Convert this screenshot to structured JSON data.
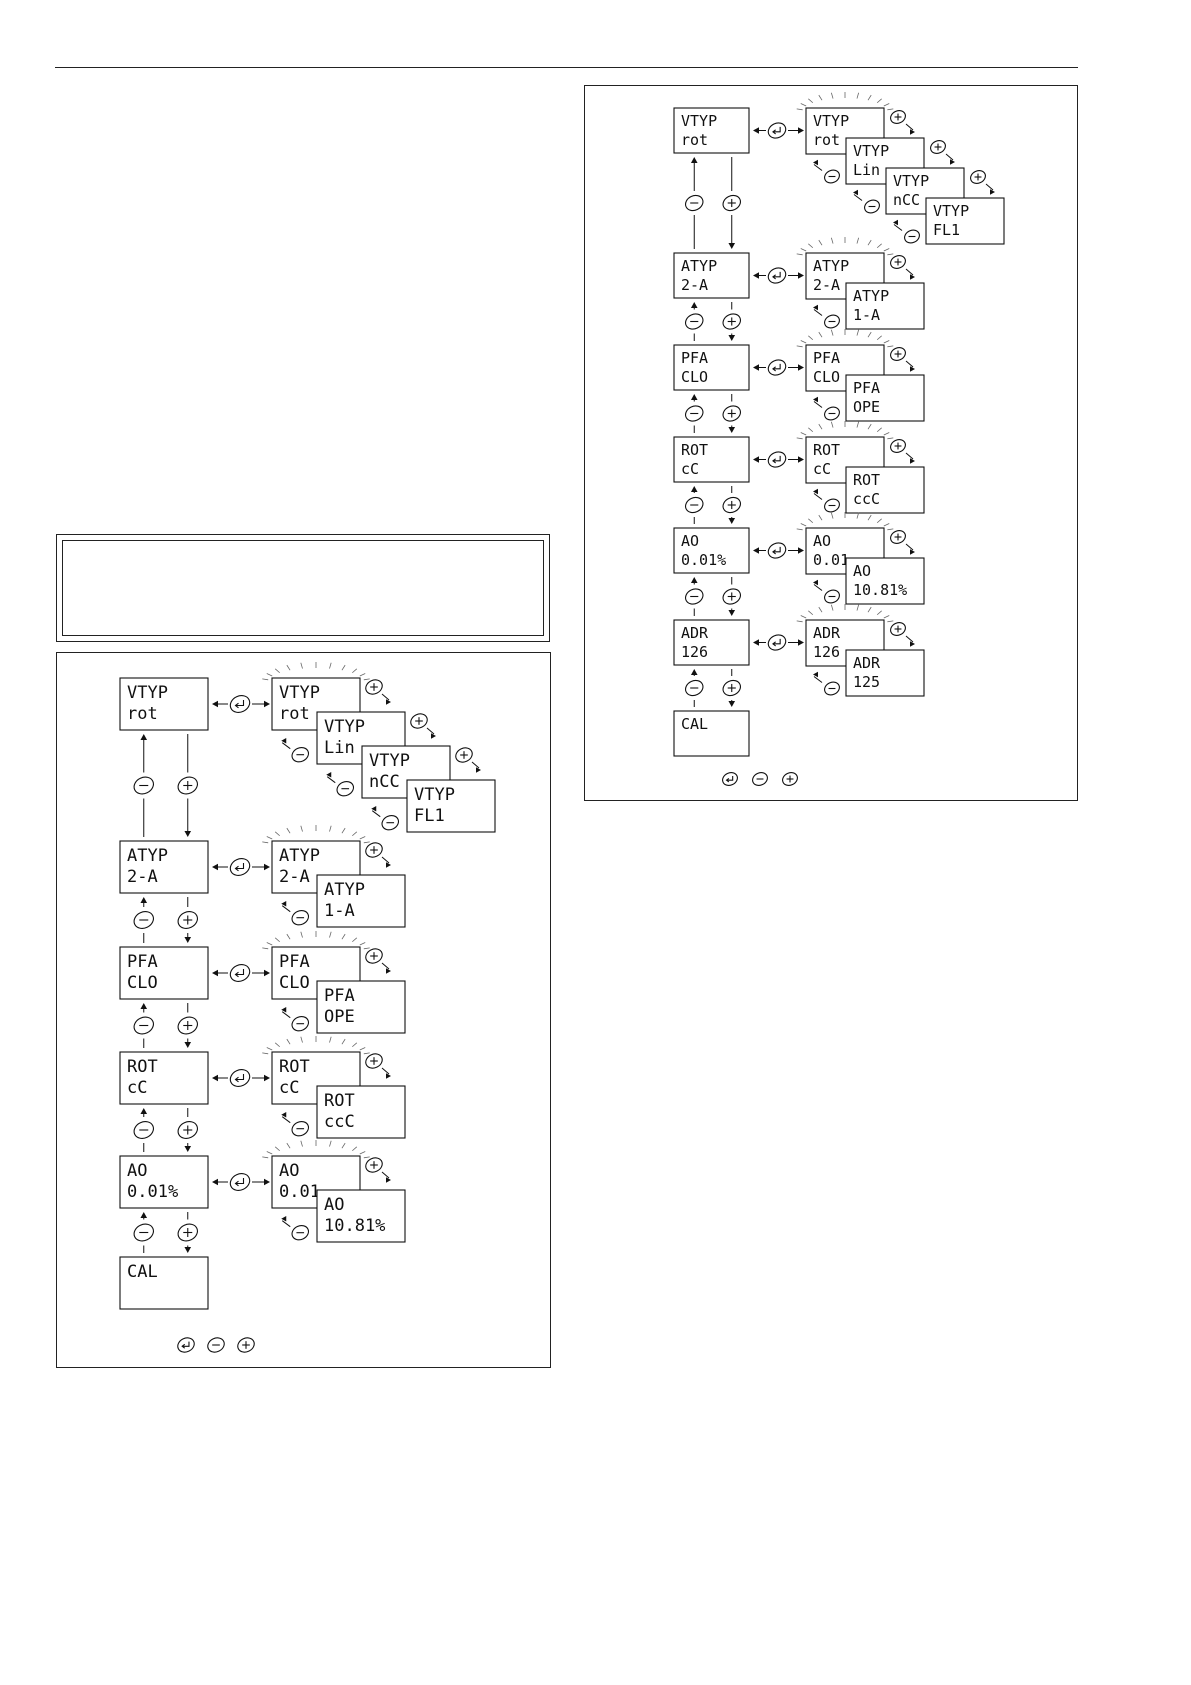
{
  "diagrams": [
    {
      "id": "left",
      "chain": [
        {
          "l1": "VTYP",
          "l2": "rot",
          "options": [
            {
              "l1": "VTYP",
              "l2": "rot"
            },
            {
              "l1": "VTYP",
              "l2": "Lin"
            },
            {
              "l1": "VTYP",
              "l2": "nCC"
            },
            {
              "l1": "VTYP",
              "l2": "FL1"
            }
          ]
        },
        {
          "l1": "ATYP",
          "l2": "2-A",
          "options": [
            {
              "l1": "ATYP",
              "l2": "2-A"
            },
            {
              "l1": "ATYP",
              "l2": "1-A"
            }
          ]
        },
        {
          "l1": "PFA",
          "l2": "CLO",
          "options": [
            {
              "l1": "PFA",
              "l2": "CLO"
            },
            {
              "l1": "PFA",
              "l2": "OPE"
            }
          ]
        },
        {
          "l1": "ROT",
          "l2": "cC",
          "options": [
            {
              "l1": "ROT",
              "l2": "cC"
            },
            {
              "l1": "ROT",
              "l2": "ccC"
            }
          ]
        },
        {
          "l1": "AO",
          "l2": "0.01%",
          "options": [
            {
              "l1": "AO",
              "l2": "0.01"
            },
            {
              "l1": "AO",
              "l2": "10.81%"
            }
          ]
        },
        {
          "l1": "CAL",
          "l2": ""
        }
      ]
    },
    {
      "id": "right",
      "chain": [
        {
          "l1": "VTYP",
          "l2": "rot",
          "options": [
            {
              "l1": "VTYP",
              "l2": "rot"
            },
            {
              "l1": "VTYP",
              "l2": "Lin"
            },
            {
              "l1": "VTYP",
              "l2": "nCC"
            },
            {
              "l1": "VTYP",
              "l2": "FL1"
            }
          ]
        },
        {
          "l1": "ATYP",
          "l2": "2-A",
          "options": [
            {
              "l1": "ATYP",
              "l2": "2-A"
            },
            {
              "l1": "ATYP",
              "l2": "1-A"
            }
          ]
        },
        {
          "l1": "PFA",
          "l2": "CLO",
          "options": [
            {
              "l1": "PFA",
              "l2": "CLO"
            },
            {
              "l1": "PFA",
              "l2": "OPE"
            }
          ]
        },
        {
          "l1": "ROT",
          "l2": "cC",
          "options": [
            {
              "l1": "ROT",
              "l2": "cC"
            },
            {
              "l1": "ROT",
              "l2": "ccC"
            }
          ]
        },
        {
          "l1": "AO",
          "l2": "0.01%",
          "options": [
            {
              "l1": "AO",
              "l2": "0.01"
            },
            {
              "l1": "AO",
              "l2": "10.81%"
            }
          ]
        },
        {
          "l1": "ADR",
          "l2": "126",
          "options": [
            {
              "l1": "ADR",
              "l2": "126"
            },
            {
              "l1": "ADR",
              "l2": "125"
            }
          ]
        },
        {
          "l1": "CAL",
          "l2": ""
        }
      ]
    }
  ]
}
